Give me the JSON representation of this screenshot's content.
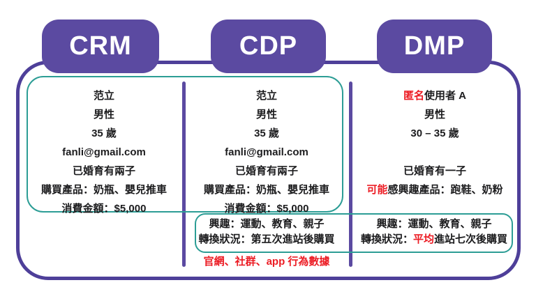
{
  "colors": {
    "purple": "#5b4aa1",
    "outer_border_purple": "#4e3f99",
    "teal": "#2c9d95",
    "red": "#ec1c24",
    "text": "#1c1c1e"
  },
  "headers": {
    "crm": "CRM",
    "cdp": "CDP",
    "dmp": "DMP"
  },
  "crm": {
    "profile": [
      "范立",
      "男性",
      "35 歲",
      "fanli@gmail.com",
      "已婚育有兩子",
      "購買產品：奶瓶、嬰兒推車",
      "消費金額：$5,000"
    ]
  },
  "cdp": {
    "profile": [
      "范立",
      "男性",
      "35 歲",
      "fanli@gmail.com",
      "已婚育有兩子",
      "購買產品：奶瓶、嬰兒推車",
      "消費金額：$5,000"
    ],
    "behavior": {
      "interests": "興趣：運動、教育、親子",
      "conversion": "轉換狀況：第五次進站後購買"
    },
    "source_note": "官網、社群、app 行為數據"
  },
  "dmp": {
    "profile": {
      "name_red": "匿名",
      "name_rest": "使用者 A",
      "gender": "男性",
      "age": "30 – 35 歲",
      "marital": "已婚育有一子",
      "products_red": "可能",
      "products_rest": "感興趣產品：跑鞋、奶粉"
    },
    "behavior": {
      "interests": "興趣：運動、教育、親子",
      "conversion_prefix": "轉換狀況：",
      "conversion_red": "平均",
      "conversion_rest": "進站七次後購買"
    }
  }
}
